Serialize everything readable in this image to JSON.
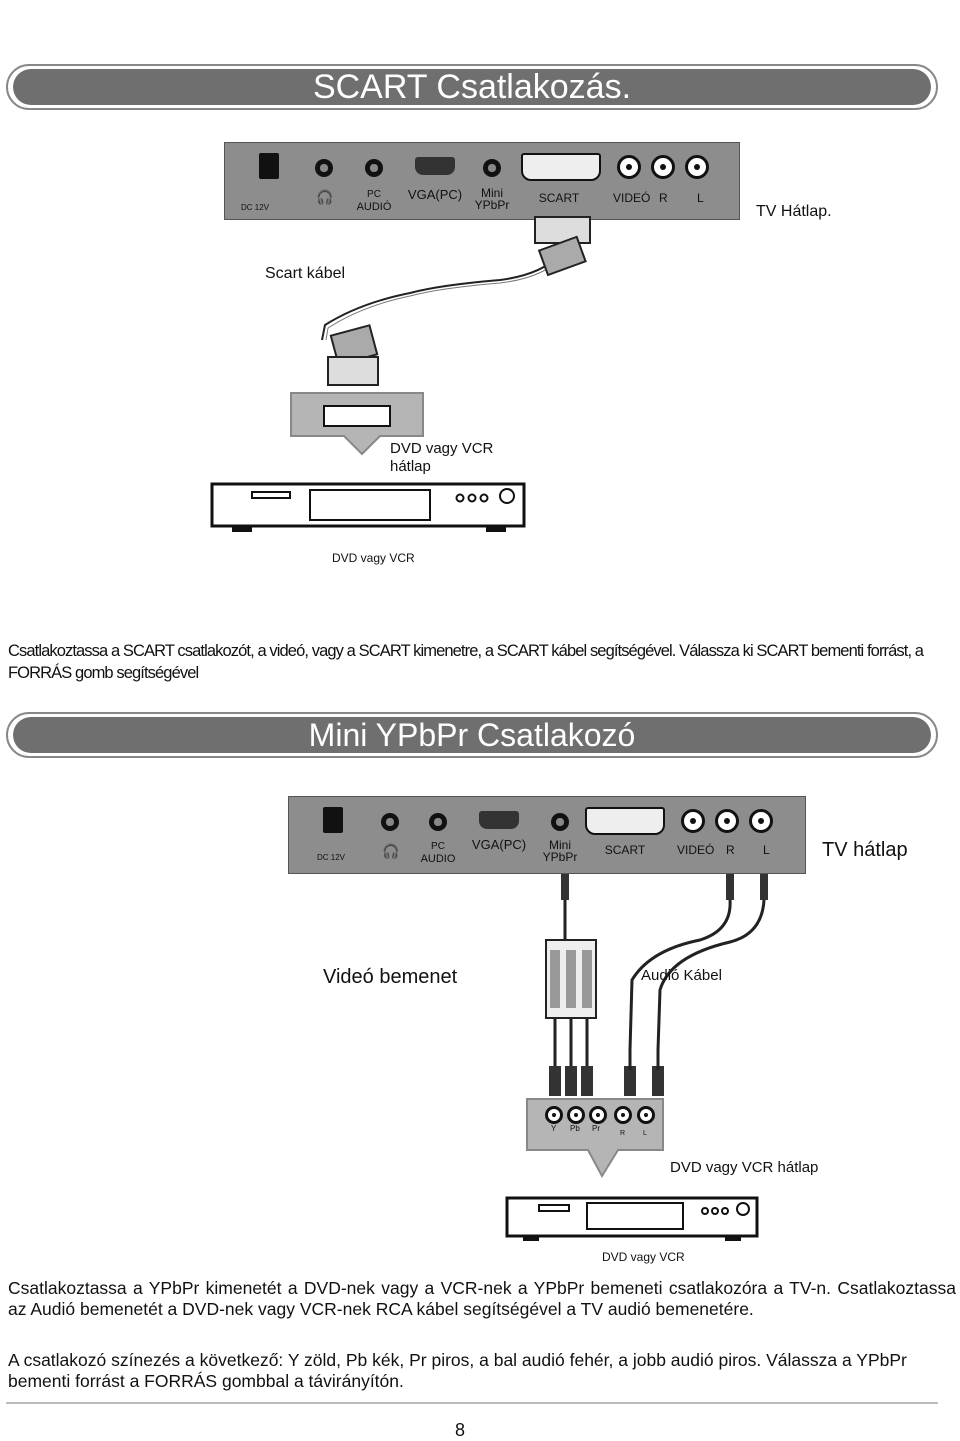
{
  "section1": {
    "title": "SCART Csatlakozás.",
    "panel": {
      "dc": "DC 12V",
      "pc_audio_1": "PC",
      "pc_audio_2": "AUDIÓ",
      "vga": "VGA(PC)",
      "mini_1": "Mini",
      "mini_2": "YPbPr",
      "scart": "SCART",
      "video": "VIDEÓ",
      "r": "R",
      "l": "L"
    },
    "tv_label": "TV Hátlap.",
    "cable_label": "Scart kábel",
    "device_back_1": "DVD vagy VCR",
    "device_back_2": "hátlap",
    "device_label": "DVD vagy VCR",
    "paragraph": "Csatlakoztassa a SCART csatlakozót, a videó, vagy a SCART kimenetre, a SCART kábel segítségével. Válassza ki SCART bementi forrást, a FORRÁS gomb segítségével"
  },
  "section2": {
    "title": "Mini YPbPr Csatlakozó",
    "panel": {
      "dc": "DC 12V",
      "pc_audio_1": "PC",
      "pc_audio_2": "AUDIO",
      "vga": "VGA(PC)",
      "mini_1": "Mini",
      "mini_2": "YPbPr",
      "scart": "SCART",
      "video": "VIDEÓ",
      "r": "R",
      "l": "L"
    },
    "tv_label": "TV hátlap",
    "video_input": "Videó bemenet",
    "audio_cable": "Audió Kábel",
    "ports": {
      "y": "Y",
      "pb": "Pb",
      "pr": "Pr",
      "r": "R",
      "l": "L"
    },
    "device_back": "DVD vagy VCR hátlap",
    "device_label": "DVD vagy VCR",
    "paragraph1": "Csatlakoztassa a YPbPr kimenetét a DVD-nek vagy a VCR-nek a YPbPr bemeneti csatlakozóra a TV-n. Csatlakoztassa az Audió bemenetét a DVD-nek vagy VCR-nek RCA kábel segítségével a TV audió bemenetére.",
    "paragraph2": "A csatlakozó színezés a következő: Y zöld, Pb kék, Pr piros, a bal audió fehér, a jobb audió piros. Válassza a YPbPr bementi forrást a FORRÁS gombbal a távirányítón."
  },
  "page_number": "8"
}
